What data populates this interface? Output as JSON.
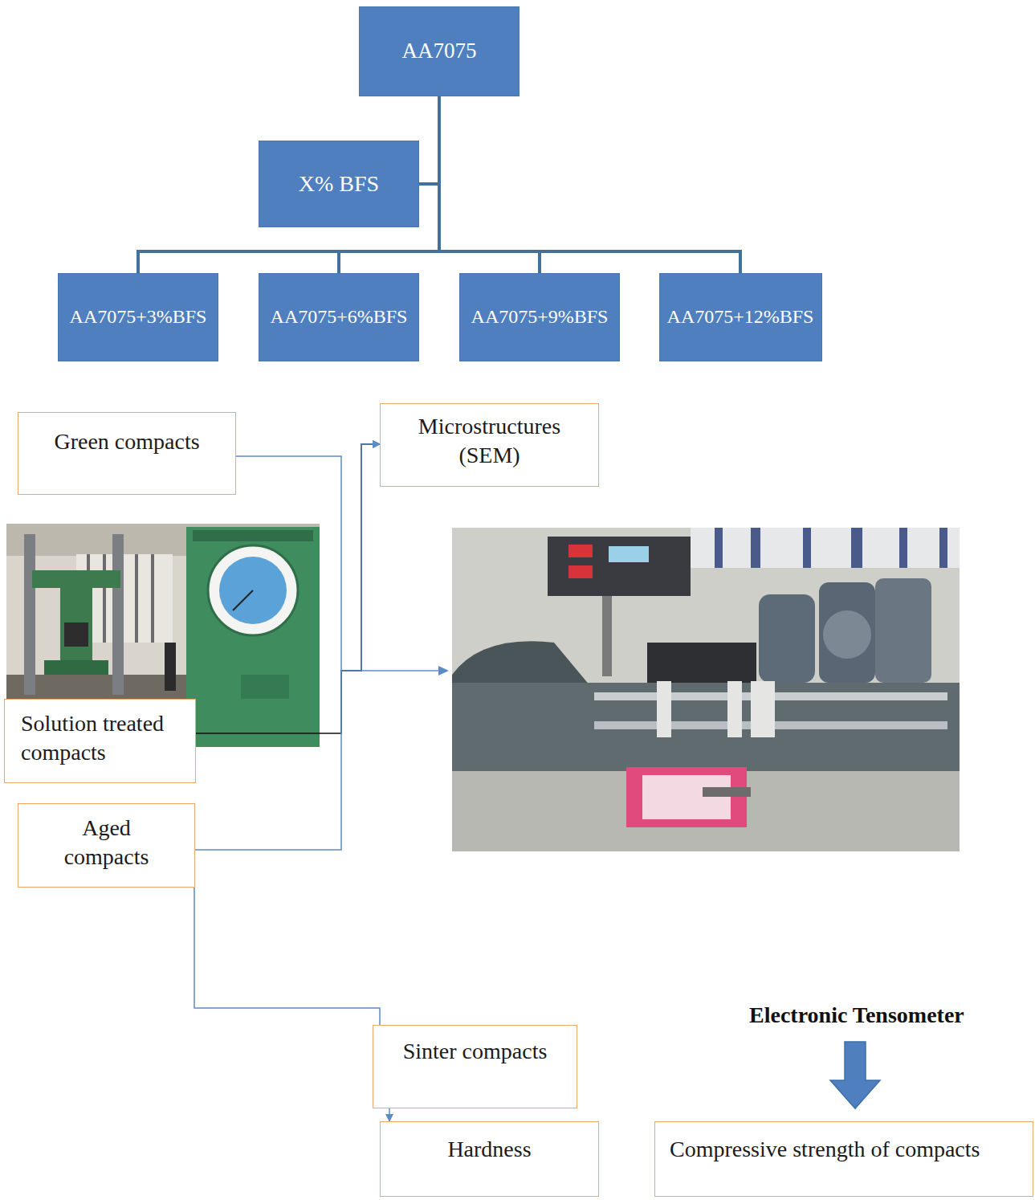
{
  "diagram": {
    "nodes": [
      {
        "text": [
          "AA7075"
        ]
      },
      {
        "text": [
          "X% BFS"
        ]
      },
      {
        "text": [
          "AA7075+3%BFS"
        ]
      },
      {
        "text": [
          "AA7075+6%BFS"
        ]
      },
      {
        "text": [
          "AA7075+9%BFS"
        ]
      },
      {
        "text": [
          "AA7075+12%BFS"
        ]
      },
      {
        "text": [
          "Green compacts"
        ]
      },
      {
        "text": [
          "Microstructures (SEM)"
        ]
      },
      {
        "text": [
          "Solution treated compacts"
        ]
      },
      {
        "text": [
          "Aged compacts"
        ]
      },
      {
        "text": [
          "Sinter compacts"
        ]
      },
      {
        "text": [
          "Hardness"
        ]
      },
      {
        "text": [
          "Compressive strength of compacts"
        ]
      }
    ],
    "edges": [
      {
        "from": 0,
        "to": 2,
        "arrow": "none"
      },
      {
        "from": 0,
        "to": 3,
        "arrow": "none"
      },
      {
        "from": 0,
        "to": 4,
        "arrow": "none"
      },
      {
        "from": 0,
        "to": 5,
        "arrow": "none"
      },
      {
        "from": 1,
        "to": 2,
        "arrow": "none"
      },
      {
        "from": 1,
        "to": 3,
        "arrow": "none"
      },
      {
        "from": 1,
        "to": 4,
        "arrow": "none"
      },
      {
        "from": 1,
        "to": 5,
        "arrow": "none"
      },
      {
        "from": 6,
        "to": 7,
        "arrow": "to"
      },
      {
        "from": 8,
        "to": 7,
        "arrow": "to"
      },
      {
        "from": 9,
        "to": 7,
        "arrow": "to"
      },
      {
        "from": 9,
        "to": 10,
        "arrow": "none"
      },
      {
        "from": 10,
        "to": 11,
        "arrow": "to"
      }
    ],
    "labels": [
      "Electronic Tensometer"
    ]
  }
}
